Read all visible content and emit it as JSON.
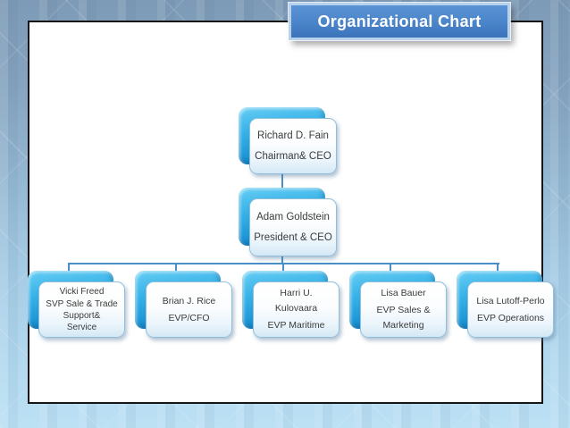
{
  "slide": {
    "title": "Organizational Chart"
  },
  "colors": {
    "title_fill": "#4a84c9",
    "title_border": "#b7d2ec",
    "node_back_cyan": "#2aa9e1",
    "node_front_border": "#92bedc",
    "connector": "#4a8fc7",
    "background_top": "#7d9ab6",
    "background_bottom": "#bce0f4"
  },
  "org": {
    "root": {
      "name": "Richard D. Fain",
      "role": "Chairman& CEO"
    },
    "level2": {
      "name": "Adam Goldstein",
      "role": "President & CEO"
    },
    "children": [
      {
        "name": "Vicki Freed",
        "role": "SVP Sale & Trade\nSupport&\nService"
      },
      {
        "name": "Brian J. Rice",
        "role": "EVP/CFO"
      },
      {
        "name": "Harri U.\nKulovaara",
        "role": "EVP Maritime"
      },
      {
        "name": "Lisa Bauer",
        "role": "EVP Sales &\nMarketing"
      },
      {
        "name": "Lisa Lutoff-Perlo",
        "role": "EVP Operations"
      }
    ]
  }
}
